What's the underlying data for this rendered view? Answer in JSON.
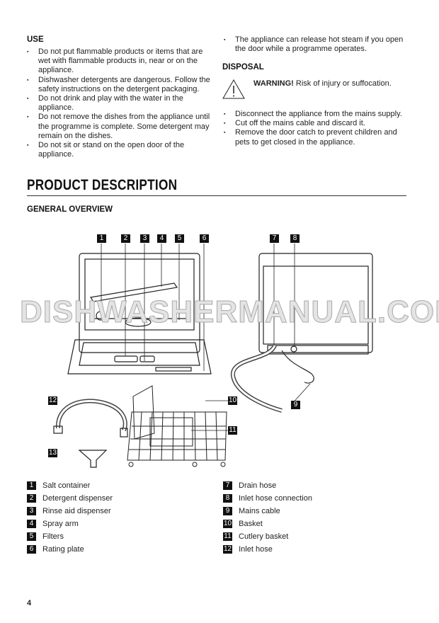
{
  "use": {
    "heading": "USE",
    "items": [
      "Do not put flammable products or items that are wet with flammable products in, near or on the appliance.",
      "Dishwasher detergents are dangerous. Follow the safety instructions on the detergent packaging.",
      "Do not drink and play with the water in the appliance.",
      "Do not remove the dishes from the appliance until the programme is complete. Some detergent may remain on the dishes.",
      "Do not sit or stand on the open door of the appliance."
    ]
  },
  "right_top": {
    "items": [
      "The appliance can release hot steam if you open the door while a programme operates."
    ]
  },
  "disposal": {
    "heading": "DISPOSAL",
    "warning_bold": "WARNING!",
    "warning_text": " Risk of injury or suffocation.",
    "items": [
      "Disconnect the appliance from the mains supply.",
      "Cut off the mains cable and discard it.",
      "Remove the door catch to prevent children and pets to get closed in the appliance."
    ]
  },
  "section_title": "PRODUCT DESCRIPTION",
  "subsection_title": "GENERAL OVERVIEW",
  "watermark": "DISHWASHERMANUAL.COM",
  "callouts": [
    "1",
    "2",
    "3",
    "4",
    "5",
    "6",
    "7",
    "8",
    "9",
    "10",
    "11",
    "12",
    "13"
  ],
  "legend_left": [
    {
      "n": "1",
      "label": "Salt container"
    },
    {
      "n": "2",
      "label": "Detergent dispenser"
    },
    {
      "n": "3",
      "label": "Rinse aid dispenser"
    },
    {
      "n": "4",
      "label": "Spray arm"
    },
    {
      "n": "5",
      "label": "Filters"
    },
    {
      "n": "6",
      "label": "Rating plate"
    }
  ],
  "legend_right": [
    {
      "n": "7",
      "label": "Drain hose"
    },
    {
      "n": "8",
      "label": "Inlet hose connection"
    },
    {
      "n": "9",
      "label": "Mains cable"
    },
    {
      "n": "10",
      "label": "Basket"
    },
    {
      "n": "11",
      "label": "Cutlery basket"
    },
    {
      "n": "12",
      "label": "Inlet hose"
    }
  ],
  "page_number": "4"
}
